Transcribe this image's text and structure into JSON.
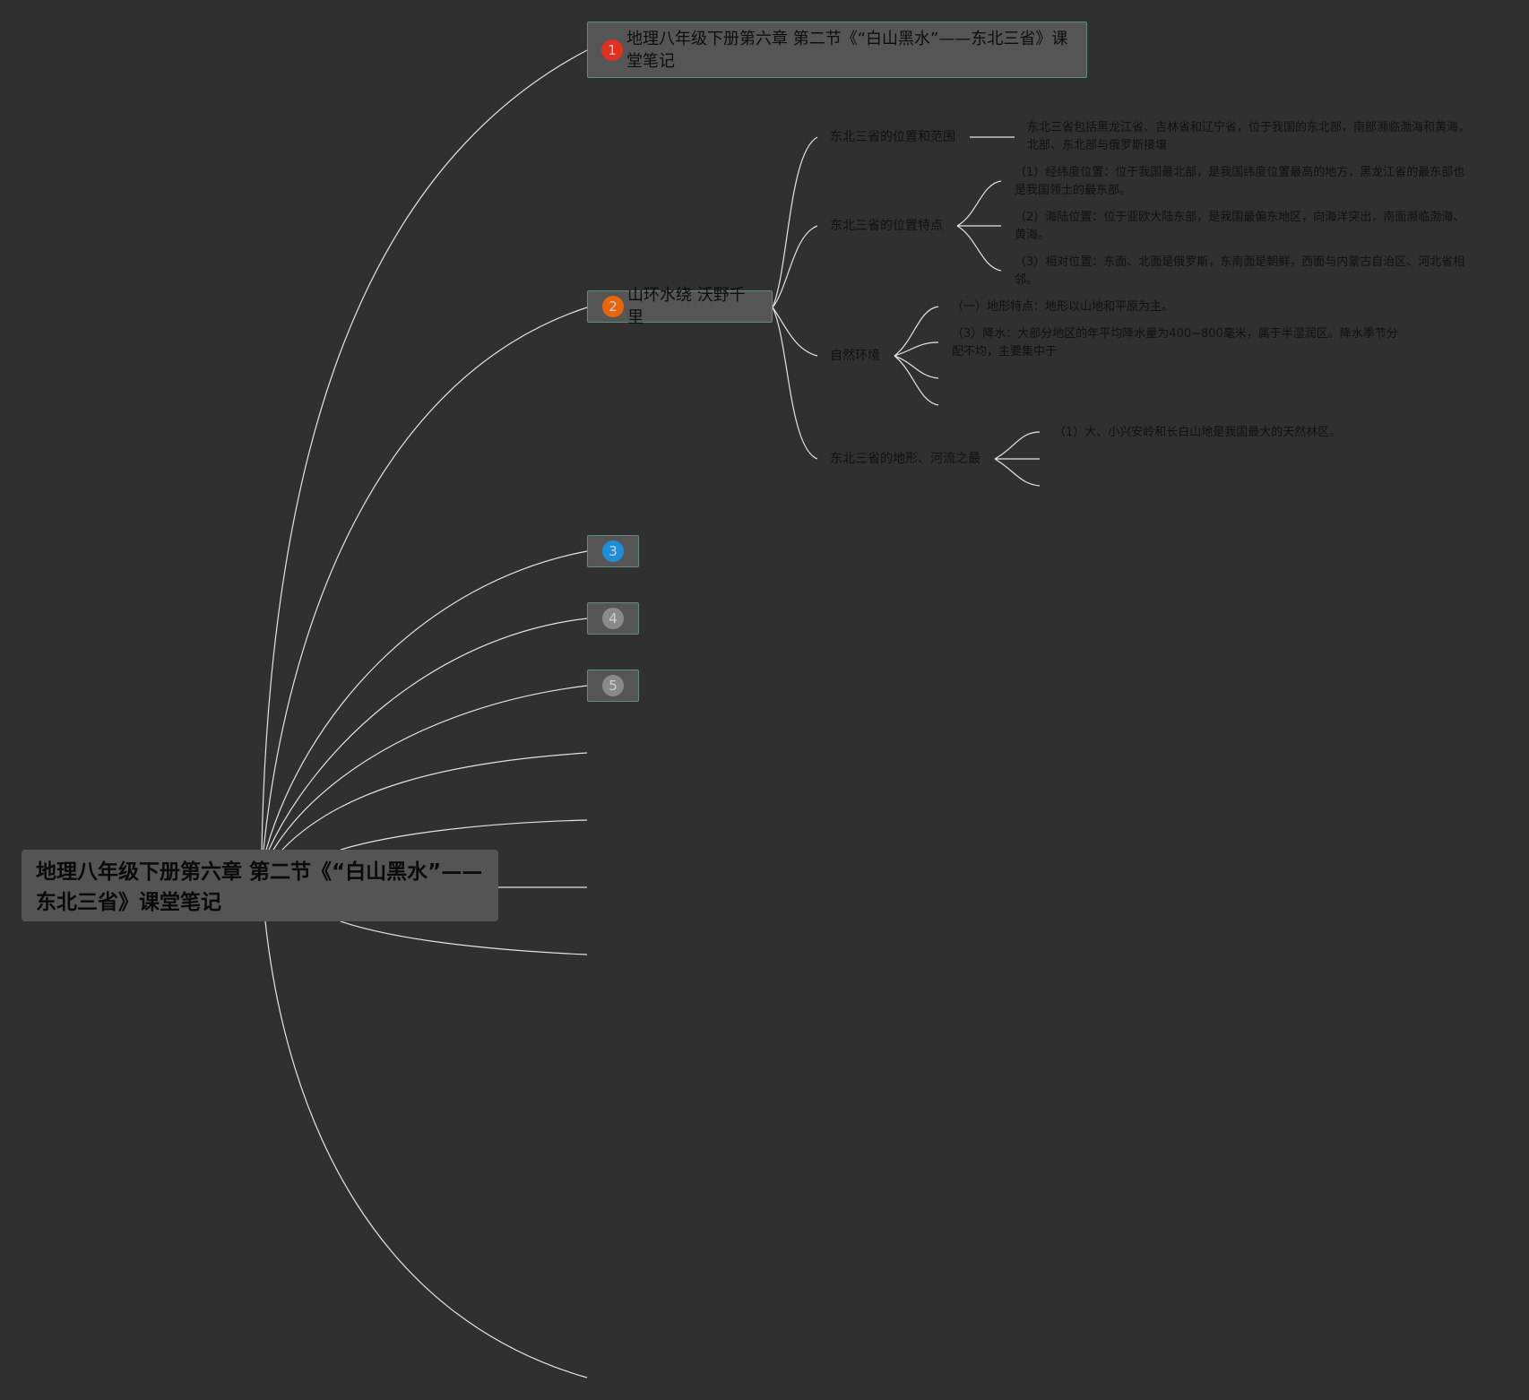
{
  "root": {
    "title": "地理八年级下册第六章 第二节《“白山黑水”——东北三省》课堂笔记"
  },
  "topics": [
    {
      "number": "1",
      "label": "地理八年级下册第六章 第二节《“白山黑水”——东北三省》课堂笔记",
      "color": "#e0301e"
    },
    {
      "number": "2",
      "label": "山环水绕 沃野千里",
      "color": "#e8650c"
    },
    {
      "number": "3",
      "label": "",
      "color": "#1d8fd9"
    },
    {
      "number": "4",
      "label": "",
      "color": "#8a8a8a"
    },
    {
      "number": "5",
      "label": "",
      "color": "#8a8a8a"
    }
  ],
  "subtopics": [
    {
      "label": "东北三省的位置和范围",
      "children": [
        "东北三省包括黑龙江省、吉林省和辽宁省，位于我国的东北部，南部濒临渤海和黄海，北部、东北部与俄罗斯接壤"
      ]
    },
    {
      "label": "东北三省的位置特点",
      "children": [
        "（1）经纬度位置：位于我国最北部，是我国纬度位置最高的地方，黑龙江省的最东部也是我国领土的最东部。",
        "（2）海陆位置：位于亚欧大陆东部，是我国最偏东地区，向海洋突出，南面濒临渤海、黄海。",
        "（3）相对位置：东面、北面是俄罗斯，东南面是朝鲜，西面与内蒙古自治区、河北省相邻。"
      ]
    },
    {
      "label": "自然环境",
      "children": [
        "（一）地形特点：地形以山地和平原为主。",
        "（3）降水：大部分地区的年平均降水量为400~800毫米，属于半湿润区。降水季节分配不均，主要集中于",
        "",
        ""
      ]
    },
    {
      "label": "东北三省的地形、河流之最",
      "children": [
        "（1）大、小兴安岭和长白山地是我国最大的天然林区。",
        "",
        ""
      ]
    }
  ]
}
